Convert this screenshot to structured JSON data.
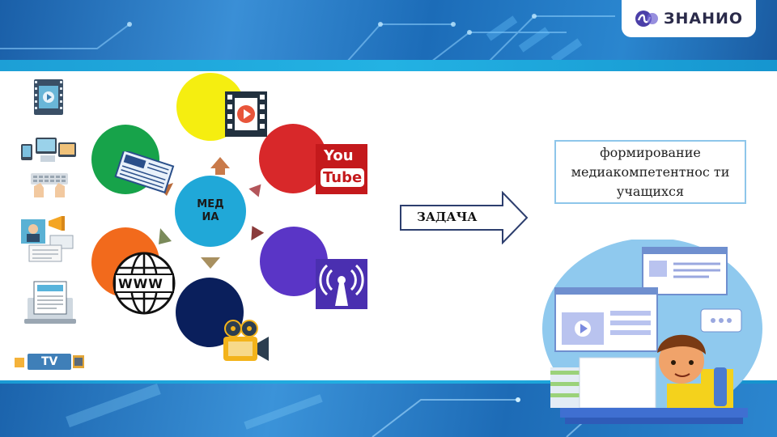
{
  "logo": {
    "text": "ЗНАНИО",
    "icon": "logo-mark-icon"
  },
  "diagram": {
    "center_label": "МЕД ИА",
    "petals": [
      {
        "name": "film",
        "color": "#f5ee10",
        "icon": "film-play-icon"
      },
      {
        "name": "youtube",
        "color": "#d8282a",
        "icon": "youtube-icon"
      },
      {
        "name": "broadcast",
        "color": "#5a35c6",
        "icon": "broadcast-tower-icon"
      },
      {
        "name": "camera",
        "color": "#0a1f5c",
        "icon": "movie-camera-icon"
      },
      {
        "name": "www",
        "color": "#f26a1c",
        "icon": "www-globe-icon"
      },
      {
        "name": "newspaper",
        "color": "#17a34a",
        "icon": "newspaper-icon"
      }
    ],
    "youtube_text": {
      "you": "You",
      "tube": "Tube"
    },
    "www_text": "WWW"
  },
  "left_icons": [
    "video-strip-icon",
    "devices-icon",
    "keyboard-hands-icon",
    "news-podcast-icon",
    "laptop-document-icon",
    "tv-icon"
  ],
  "tv_label": "TV",
  "task_arrow": {
    "label": "ЗАДАЧА"
  },
  "goal": {
    "text": "формирование медиакомпетентнос ти учащихся"
  },
  "colors": {
    "header": "#1f70bb",
    "accent_strip": "#1fa6dc",
    "center": "#20a8d8",
    "arrow_small": "#c97a4a"
  }
}
